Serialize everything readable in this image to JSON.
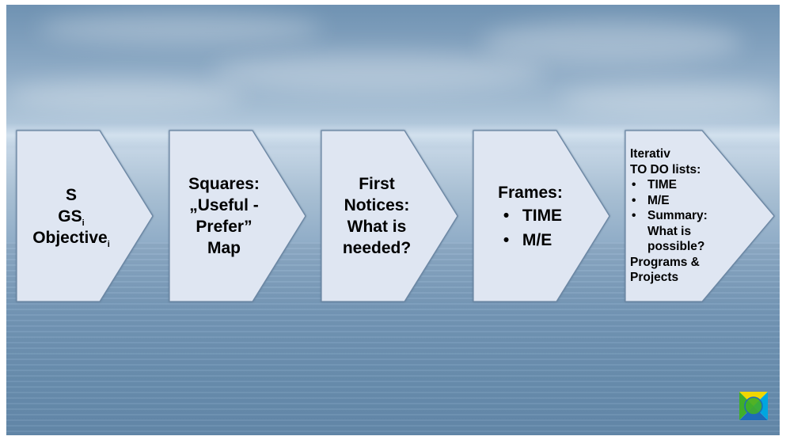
{
  "steps": [
    {
      "id": "s-gs-objective",
      "line1": "S",
      "line2": "GS",
      "line2_sub": "i",
      "line3": "Objective",
      "line3_sub": "i"
    },
    {
      "id": "squares",
      "lines": [
        "Squares:",
        "„Useful -",
        "Prefer”",
        "Map"
      ]
    },
    {
      "id": "first-notices",
      "lines": [
        "First",
        "Notices:",
        "What is",
        "needed?"
      ]
    },
    {
      "id": "frames",
      "title": "Frames:",
      "bullets": [
        "TIME",
        "M/E"
      ]
    },
    {
      "id": "iterativ",
      "line1": "Iterativ",
      "line2": "TO DO lists:",
      "bullets": [
        "TIME",
        "M/E",
        "Summary:"
      ],
      "bullet_continuation": [
        "What is",
        "possible?"
      ],
      "tail": [
        "Programs &",
        "Projects"
      ]
    }
  ],
  "colors": {
    "arrow_fill": "#dfe6f2",
    "arrow_border": "#6b86a3",
    "text": "#000000"
  },
  "logo": {
    "icon": "quadrant-logo-icon",
    "colors": [
      "#f2d600",
      "#00a6e0",
      "#3fae2a",
      "#1e6bb8"
    ]
  }
}
